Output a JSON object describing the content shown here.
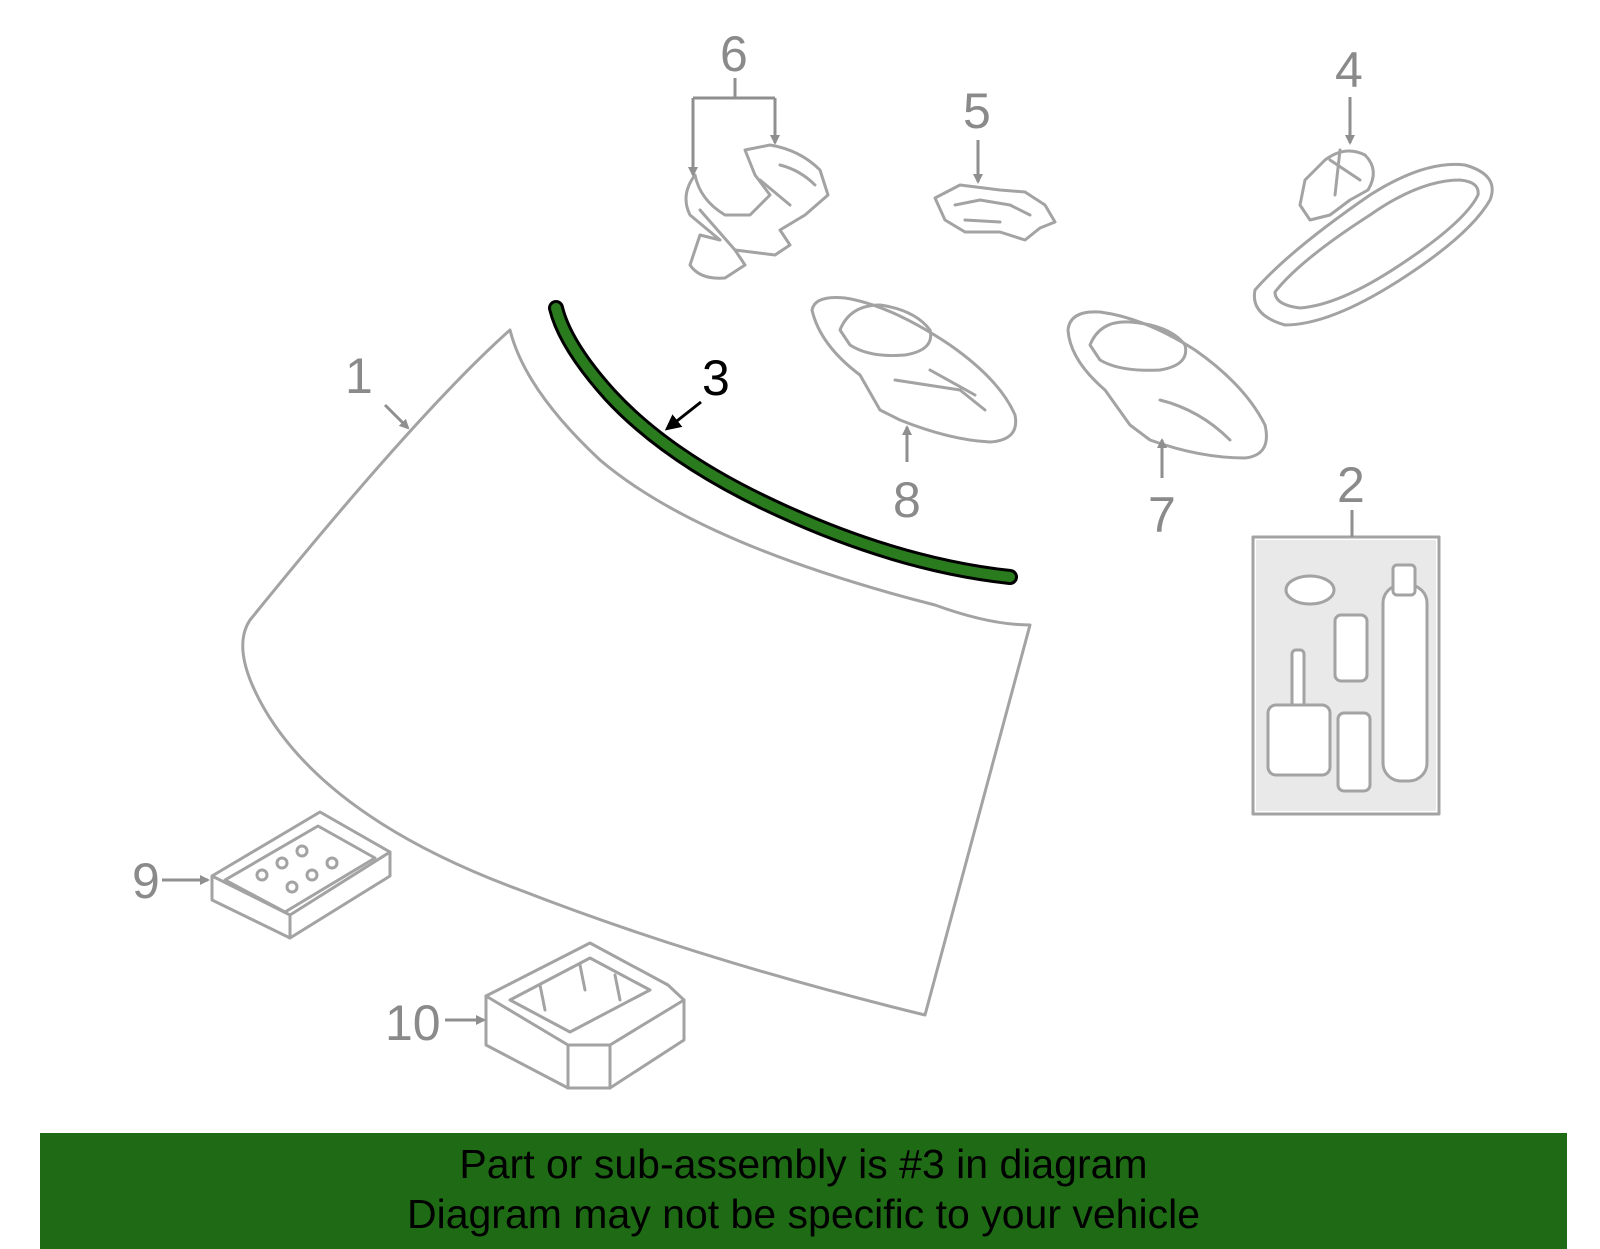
{
  "callouts": {
    "c1": "1",
    "c2": "2",
    "c3": "3",
    "c4": "4",
    "c5": "5",
    "c6": "6",
    "c7": "7",
    "c8": "8",
    "c9": "9",
    "c10": "10"
  },
  "highlighted_part": "3",
  "colors": {
    "highlight": "#2a7a1e",
    "banner": "#1f6b15",
    "part_outline": "#a3a3a3",
    "callout_text": "#8a8a8a"
  },
  "banner": {
    "line1": "Part or sub-assembly is #3 in diagram",
    "line2": "Diagram may not be specific to your vehicle"
  }
}
